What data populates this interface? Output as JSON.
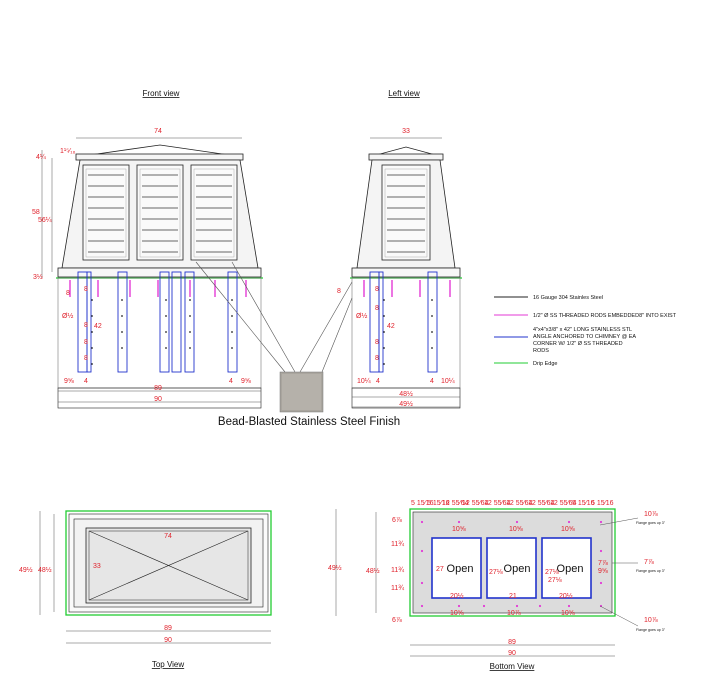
{
  "views": {
    "front": "Front view",
    "left": "Left view",
    "top": "Top View",
    "bottom": "Bottom View"
  },
  "finish_caption": "Bead-Blasted Stainless Steel Finish",
  "legend": [
    {
      "color": "#222222",
      "lines": [
        "16 Gauge 304 Stainles Steel"
      ]
    },
    {
      "color": "#e33ad6",
      "lines": [
        "1/2\" Ø SS THREADED RODS EMBEDDED8\" INTO EXIST"
      ]
    },
    {
      "color": "#2233cc",
      "lines": [
        "4\"x4\"x3/8\" x 42\" LONG STAINLESS STL",
        "ANGLE ANCHORED TO CHIMNEY @ EA",
        "CORNER W/ 1/2\" Ø SS THREADED",
        "RODS"
      ]
    },
    {
      "color": "#22cc33",
      "lines": [
        "Drip Edge"
      ]
    }
  ],
  "front_dims": {
    "top_width": "74",
    "height_outer": "58",
    "height_inner": "56¼",
    "cap": "4¼",
    "cap_small": "1¹⁵⁄₁₆",
    "base": "3½",
    "rod": "8",
    "rod_dia": "Ø½",
    "angle_len": "42",
    "edge_left": "9⅝",
    "edge_a": "4",
    "edge_b": "4",
    "edge_right": "9⅝",
    "width_mid": "89",
    "width_base": "90"
  },
  "left_dims": {
    "top_width": "33",
    "rod": "8",
    "rod_dia": "Ø½",
    "angle_len": "42",
    "edge_left": "10¼",
    "edge_a": "4",
    "edge_right": "10¼",
    "width_mid": "48½",
    "width_base": "49½"
  },
  "top_dims": {
    "inner_w": "74",
    "inner_h": "33",
    "outer_h1": "49½",
    "outer_h2": "48½",
    "width_mid": "89",
    "width_base": "90"
  },
  "bottom_dims": {
    "top_labels": [
      "5 15⁄16",
      "5 15⁄16",
      "12 55⁄64",
      "12 55⁄64",
      "12 55⁄64",
      "12 55⁄64",
      "12 55⁄64",
      "12 55⁄64",
      "5 15⁄16",
      "5 15⁄16"
    ],
    "opening_label": "Open",
    "openings": [
      {
        "top": "10⅝",
        "left": "27",
        "right": "27⅛",
        "bottom": "20½"
      },
      {
        "top": "10⅝",
        "left": "27⅛",
        "right": "27⅛",
        "bottom": "21"
      },
      {
        "top": "10⅝",
        "left": "27⅛",
        "right": "",
        "bottom": "20½"
      }
    ],
    "side_left": [
      "6⅞",
      "11¾",
      "11¾",
      "11¾",
      "6⅞"
    ],
    "right_side": "7⅞",
    "right_side2": "9⅝",
    "height_outer": "49½",
    "height_inner": "48½",
    "bottom_row": [
      "10⅝",
      "10⅞",
      "10⅝"
    ],
    "width_mid": "89",
    "width_base": "90",
    "flange_note": "Flange goes up 3\"",
    "flange_values": [
      "10⅞",
      "7⅞",
      "10⅞"
    ]
  }
}
